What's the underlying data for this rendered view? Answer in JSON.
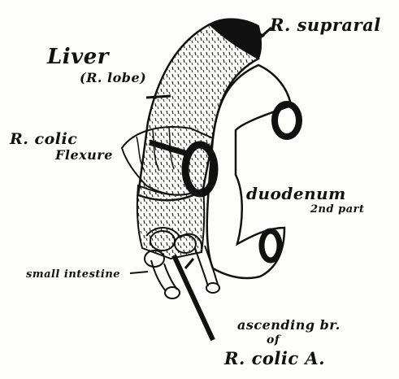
{
  "labels": {
    "suprarenal": "R. supraral",
    "liver": "Liver",
    "liver_lobe": "(R. lobe)",
    "colic": "R. colic",
    "flexure": "Flexure",
    "duodenum": "duodenum",
    "duodenum_part": "2nd part",
    "small_intestine": "small intestine",
    "ascending": "ascending br.",
    "of": "of",
    "colic_artery": "R. colic A."
  },
  "colors": {
    "ink": "#111111",
    "paper": "#fdfdfb"
  }
}
